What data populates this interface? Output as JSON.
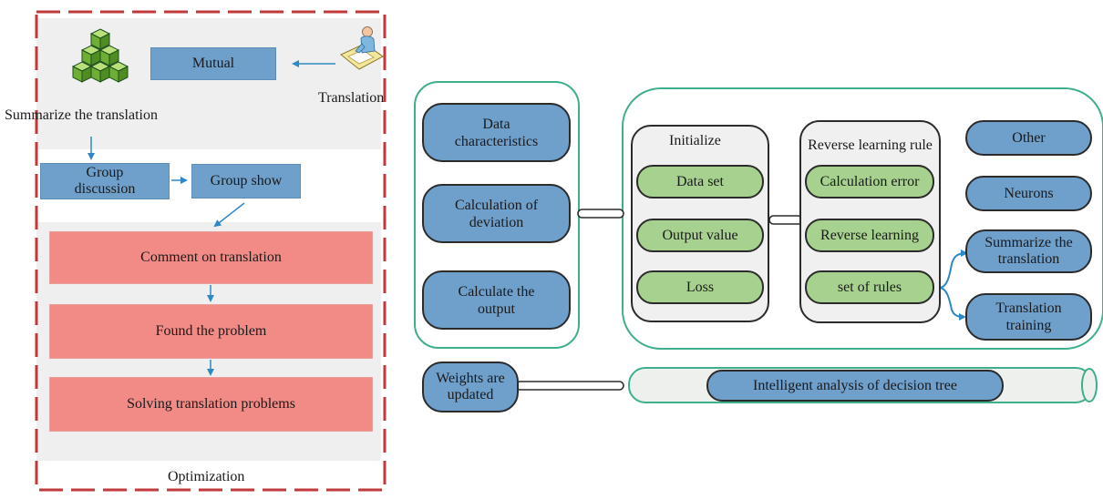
{
  "left": {
    "mutual": "Mutual",
    "translation_label": "Translation",
    "summarize_label": "Summarize the translation",
    "group_discussion": "Group discussion",
    "group_show": "Group show",
    "comment": "Comment on translation",
    "found": "Found the problem",
    "solving": "Solving translation problems",
    "optimization": "Optimization"
  },
  "right": {
    "data_characteristics": "Data characteristics",
    "calc_deviation": "Calculation of deviation",
    "calc_output": "Calculate the output",
    "initialize": "Initialize",
    "data_set": "Data set",
    "output_value": "Output value",
    "loss": "Loss",
    "reverse_rule": "Reverse learning rule",
    "calc_error": "Calculation error",
    "reverse_learning": "Reverse learning",
    "set_of_rules": "set of rules",
    "other": "Other",
    "neurons": "Neurons",
    "summarize": "Summarize the translation",
    "translation_training": "Translation training",
    "weights_updated": "Weights are updated",
    "decision_tree": "Intelligent analysis of decision tree"
  },
  "colors": {
    "blue_box": "#6f9fcb",
    "red_box": "#f28b86",
    "green_pill": "#a6d18e",
    "frame_red": "#c0393b",
    "frame_teal": "#3fae8c",
    "arrow_blue": "#2e88c4"
  },
  "icons": [
    "cube-stack-icon",
    "translator-person-icon"
  ]
}
